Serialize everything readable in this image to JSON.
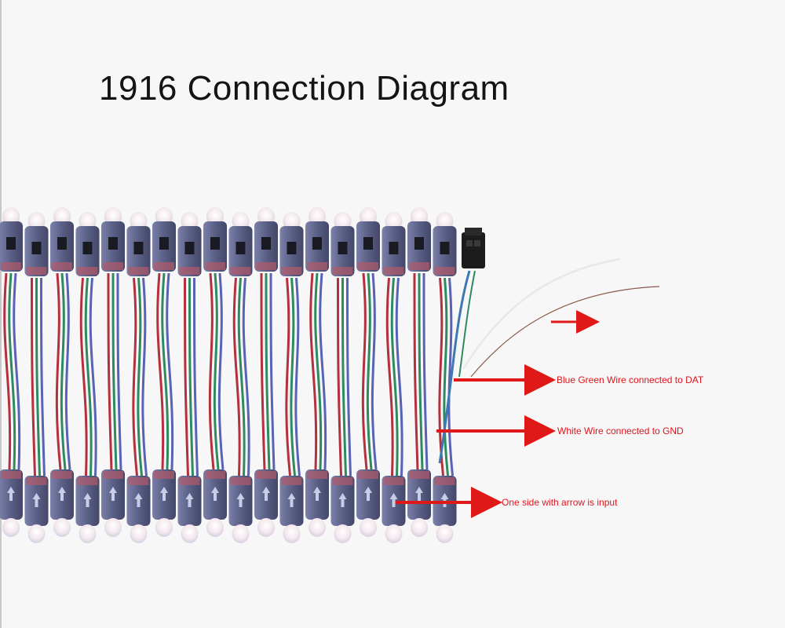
{
  "title": "1916 Connection Diagram",
  "annotations": {
    "dat": "Blue Green Wire connected to DAT",
    "gnd": "White Wire connected to GND",
    "input": "One side with arrow is input"
  },
  "module_count": 18,
  "colors": {
    "arrow": "#e01818",
    "label": "#e0141c",
    "module_body": "#5a5f86",
    "wire_red": "#b5303f",
    "wire_green": "#2f8a5f",
    "wire_blue": "#5a62b5",
    "connector": "#1c1c1c"
  }
}
